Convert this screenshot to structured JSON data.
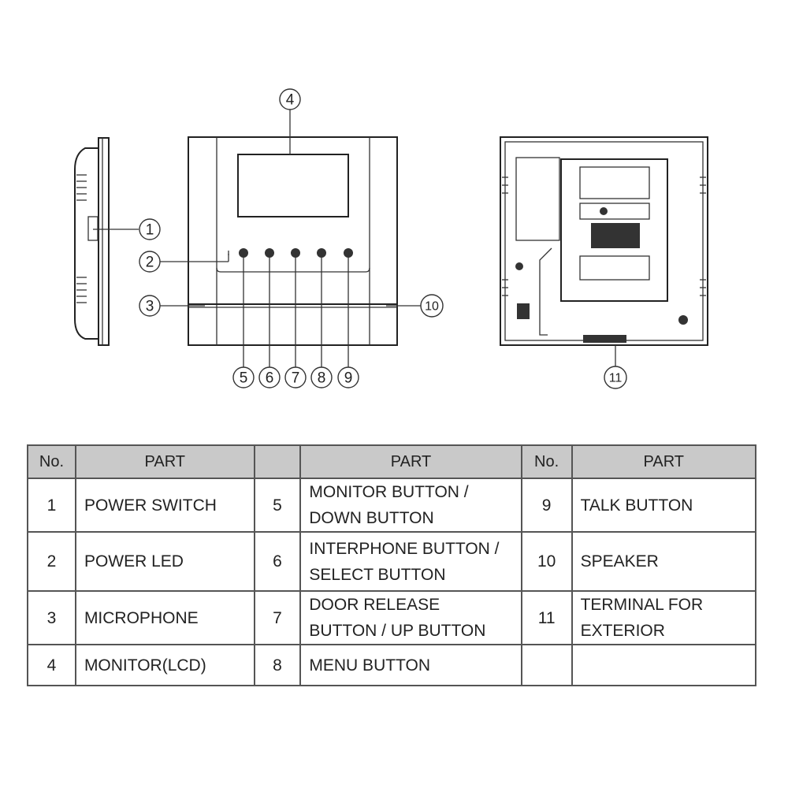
{
  "callouts": [
    "1",
    "2",
    "3",
    "4",
    "5",
    "6",
    "7",
    "8",
    "9",
    "10",
    "11"
  ],
  "table": {
    "headers": [
      "No.",
      "PART",
      "",
      "PART",
      "No.",
      "PART"
    ],
    "rows": [
      [
        {
          "no": "1",
          "part": "POWER SWITCH"
        },
        {
          "no": "5",
          "part": "MONITOR BUTTON /",
          "part2": "DOWN  BUTTON"
        },
        {
          "no": "9",
          "part": "TALK BUTTON"
        }
      ],
      [
        {
          "no": "2",
          "part": "POWER LED"
        },
        {
          "no": "6",
          "part": "INTERPHONE BUTTON /",
          "part2": "SELECT  BUTTON"
        },
        {
          "no": "10",
          "part": "SPEAKER"
        }
      ],
      [
        {
          "no": "3",
          "part": "MICROPHONE"
        },
        {
          "no": "7",
          "part": "DOOR RELEASE",
          "part2": "BUTTON /  UP  BUTTON"
        },
        {
          "no": "11",
          "part": "TERMINAL FOR",
          "part2": "EXTERIOR"
        }
      ],
      [
        {
          "no": "4",
          "part": "MONITOR(LCD)"
        },
        {
          "no": "8",
          "part": "MENU BUTTON"
        },
        {
          "no": "",
          "part": ""
        }
      ]
    ]
  }
}
